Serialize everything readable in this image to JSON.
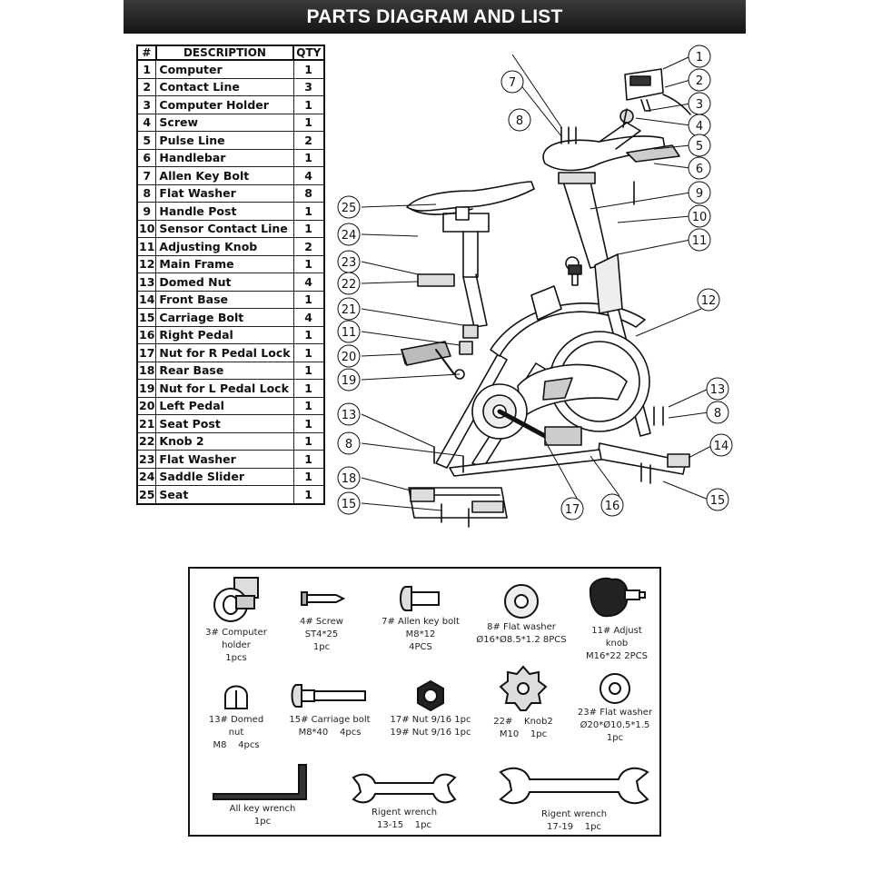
{
  "header": {
    "title": "PARTS DIAGRAM AND LIST"
  },
  "parts_table": {
    "headers": [
      "#",
      "DESCRIPTION",
      "QTY"
    ],
    "rows": [
      {
        "num": "1",
        "desc": "Computer",
        "qty": "1"
      },
      {
        "num": "2",
        "desc": "Contact Line",
        "qty": "3"
      },
      {
        "num": "3",
        "desc": "Computer Holder",
        "qty": "1"
      },
      {
        "num": "4",
        "desc": "Screw",
        "qty": "1"
      },
      {
        "num": "5",
        "desc": "Pulse Line",
        "qty": "2"
      },
      {
        "num": "6",
        "desc": "Handlebar",
        "qty": "1"
      },
      {
        "num": "7",
        "desc": "Allen Key Bolt",
        "qty": "4"
      },
      {
        "num": "8",
        "desc": "Flat Washer",
        "qty": "8"
      },
      {
        "num": "9",
        "desc": "Handle Post",
        "qty": "1"
      },
      {
        "num": "10",
        "desc": "Sensor Contact Line",
        "qty": "1"
      },
      {
        "num": "11",
        "desc": "Adjusting Knob",
        "qty": "2"
      },
      {
        "num": "12",
        "desc": "Main Frame",
        "qty": "1"
      },
      {
        "num": "13",
        "desc": "Domed Nut",
        "qty": "4"
      },
      {
        "num": "14",
        "desc": "Front Base",
        "qty": "1"
      },
      {
        "num": "15",
        "desc": "Carriage Bolt",
        "qty": "4"
      },
      {
        "num": "16",
        "desc": "Right Pedal",
        "qty": "1"
      },
      {
        "num": "17",
        "desc": "Nut for R Pedal Lock",
        "qty": "1"
      },
      {
        "num": "18",
        "desc": "Rear Base",
        "qty": "1"
      },
      {
        "num": "19",
        "desc": "Nut for L Pedal Lock",
        "qty": "1"
      },
      {
        "num": "20",
        "desc": "Left Pedal",
        "qty": "1"
      },
      {
        "num": "21",
        "desc": "Seat Post",
        "qty": "1"
      },
      {
        "num": "22",
        "desc": "Knob 2",
        "qty": "1"
      },
      {
        "num": "23",
        "desc": "Flat Washer",
        "qty": "1"
      },
      {
        "num": "24",
        "desc": "Saddle Slider",
        "qty": "1"
      },
      {
        "num": "25",
        "desc": "Seat",
        "qty": "1"
      }
    ]
  },
  "diagram": {
    "callouts": [
      "1",
      "2",
      "3",
      "4",
      "5",
      "6",
      "7",
      "8",
      "9",
      "10",
      "11",
      "12",
      "13",
      "8",
      "14",
      "15",
      "16",
      "17",
      "25",
      "24",
      "23",
      "22",
      "21",
      "11",
      "20",
      "19",
      "13",
      "8",
      "18",
      "15"
    ]
  },
  "hardware": {
    "items": [
      {
        "lines": [
          "3# Computer",
          "holder",
          "1pcs"
        ],
        "icon": "computer-holder-icon"
      },
      {
        "lines": [
          "4# Screw",
          "ST4*25",
          "1pc"
        ],
        "icon": "screw-icon"
      },
      {
        "lines": [
          "7# Allen key bolt",
          "M8*12",
          "4PCS"
        ],
        "icon": "allen-bolt-icon"
      },
      {
        "lines": [
          "8# Flat washer",
          "Ø16*Ø8.5*1.2 8PCS"
        ],
        "icon": "flat-washer-icon"
      },
      {
        "lines": [
          "11# Adjust",
          "knob",
          "M16*22 2PCS"
        ],
        "icon": "adjust-knob-icon"
      },
      {
        "lines": [
          "13# Domed",
          "nut",
          "M8    4pcs"
        ],
        "icon": "domed-nut-icon"
      },
      {
        "lines": [
          "15# Carriage bolt",
          "M8*40    4pcs"
        ],
        "icon": "carriage-bolt-icon"
      },
      {
        "lines": [
          "17# Nut 9/16 1pc",
          "19# Nut 9/16 1pc"
        ],
        "icon": "hex-nut-icon"
      },
      {
        "lines": [
          "22#    Knob2",
          "M10    1pc"
        ],
        "icon": "knob2-icon"
      },
      {
        "lines": [
          "23# Flat washer",
          "Ø20*Ø10.5*1.5",
          "1pc"
        ],
        "icon": "small-washer-icon"
      },
      {
        "lines": [
          "All key wrench",
          "1pc"
        ],
        "icon": "allen-key-wrench-icon"
      },
      {
        "lines": [
          "Rigent wrench",
          "13-15    1pc"
        ],
        "icon": "wrench-13-15-icon"
      },
      {
        "lines": [
          "Rigent wrench",
          "17-19    1pc"
        ],
        "icon": "wrench-17-19-icon"
      }
    ]
  }
}
